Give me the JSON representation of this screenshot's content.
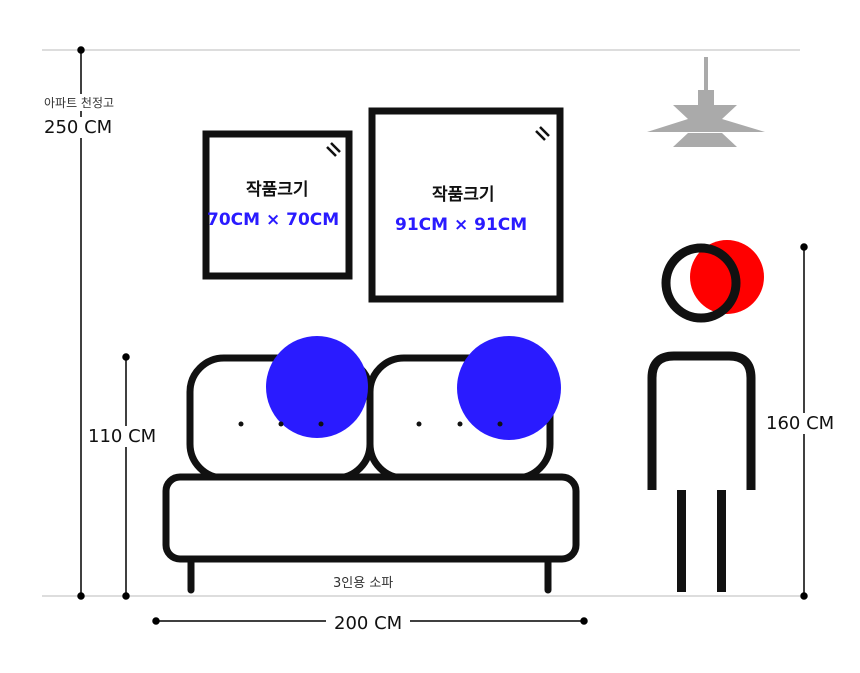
{
  "ceiling": {
    "label": "아파트 천정고",
    "value": "250 CM"
  },
  "sofa": {
    "height": "110 CM",
    "width": "200 CM",
    "label": "3인용 소파"
  },
  "person": {
    "height": "160 CM"
  },
  "frames": [
    {
      "title": "작품크기",
      "size": "70CM × 70CM"
    },
    {
      "title": "작품크기",
      "size": "91CM × 91CM"
    }
  ],
  "colors": {
    "accent": "#2a1bff",
    "head": "#ff0000",
    "lamp": "#aaaaaa"
  }
}
